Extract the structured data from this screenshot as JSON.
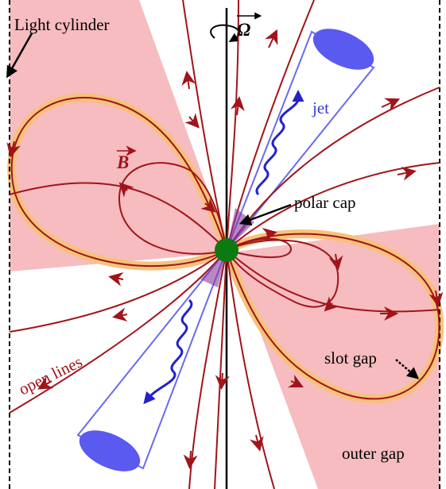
{
  "labels": {
    "light_cylinder": "Light cylinder",
    "omega": "Ω",
    "b_field": "B",
    "jet": "jet",
    "polar_cap": "polar cap",
    "open_lines": "open lines",
    "slot_gap": "slot gap",
    "outer_gap": "outer gap"
  },
  "colors": {
    "field_line": "#a0141a",
    "jet": "#5a5af0",
    "jet_fill": "#5a5af0",
    "outer_gap": "#f5b5b8",
    "slot_gap": "#f7c27a",
    "star": "#0b7a10",
    "polar_cap": "#8a3aa0",
    "label_red": "#a0141a",
    "label_blue": "#3a3ad6",
    "axis": "#000000"
  }
}
